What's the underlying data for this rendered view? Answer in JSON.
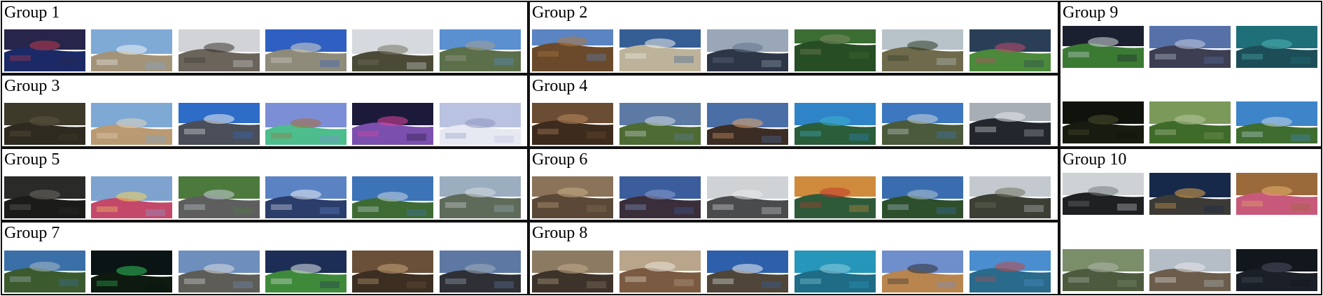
{
  "groups": [
    {
      "label": "Group 1",
      "thumbs": [
        {
          "sky": "#27254a",
          "ground": "#1b2a66",
          "accent": "#c03a4a",
          "horizon": 0.45
        },
        {
          "sky": "#7faad6",
          "ground": "#a39479",
          "accent": "#eef2f7",
          "horizon": 0.55
        },
        {
          "sky": "#d1d3d6",
          "ground": "#6b645a",
          "accent": "#3a3632",
          "horizon": 0.5
        },
        {
          "sky": "#2f5fc0",
          "ground": "#8e8b7b",
          "accent": "#d8d5ca",
          "horizon": 0.5
        },
        {
          "sky": "#d6d9dd",
          "ground": "#4b4a36",
          "accent": "#767463",
          "horizon": 0.55
        },
        {
          "sky": "#5a8fd0",
          "ground": "#5b6f4a",
          "accent": "#a5a191",
          "horizon": 0.45
        }
      ]
    },
    {
      "label": "Group 2",
      "thumbs": [
        {
          "sky": "#5a84c2",
          "ground": "#6a4a2a",
          "accent": "#b07a43",
          "horizon": 0.35
        },
        {
          "sky": "#355e95",
          "ground": "#bdb39a",
          "accent": "#f1f0ec",
          "horizon": 0.4
        },
        {
          "sky": "#9aa7b8",
          "ground": "#2c3646",
          "accent": "#64728a",
          "horizon": 0.5
        },
        {
          "sky": "#3b6d33",
          "ground": "#274d25",
          "accent": "#7d8a5f",
          "horizon": 0.3
        },
        {
          "sky": "#b8c3c9",
          "ground": "#6f6a4c",
          "accent": "#2c3a26",
          "horizon": 0.45
        },
        {
          "sky": "#2a3f57",
          "ground": "#4b8a3a",
          "accent": "#c04a6a",
          "horizon": 0.5
        }
      ]
    },
    {
      "label": "Group 3",
      "thumbs": [
        {
          "sky": "#3d3a2a",
          "ground": "#2e2a1f",
          "accent": "#5d5640",
          "horizon": 0.5
        },
        {
          "sky": "#7ea9d4",
          "ground": "#b99a73",
          "accent": "#e2d6c0",
          "horizon": 0.55
        },
        {
          "sky": "#2d6cc7",
          "ground": "#4a4e58",
          "accent": "#e7ecf2",
          "horizon": 0.45
        },
        {
          "sky": "#7c8fd6",
          "ground": "#4dbd8d",
          "accent": "#a86b3a",
          "horizon": 0.55
        },
        {
          "sky": "#1c1a3a",
          "ground": "#7b4fae",
          "accent": "#e045a0",
          "horizon": 0.5
        },
        {
          "sky": "#b9c2e0",
          "ground": "#e6e8f2",
          "accent": "#8e98c0",
          "horizon": 0.55
        }
      ]
    },
    {
      "label": "Group 4",
      "thumbs": [
        {
          "sky": "#6b4d34",
          "ground": "#3d2b1e",
          "accent": "#b98a5e",
          "horizon": 0.45
        },
        {
          "sky": "#5c7aa3",
          "ground": "#4d6b33",
          "accent": "#d5dde6",
          "horizon": 0.5
        },
        {
          "sky": "#4a6fa7",
          "ground": "#3b2c24",
          "accent": "#e1a56a",
          "horizon": 0.55
        },
        {
          "sky": "#2f84c8",
          "ground": "#2a5d3a",
          "accent": "#3db1d0",
          "horizon": 0.5
        },
        {
          "sky": "#3d77bf",
          "ground": "#4a5a3b",
          "accent": "#cfd7de",
          "horizon": 0.45
        },
        {
          "sky": "#a8aeb5",
          "ground": "#23272d",
          "accent": "#e6e9ec",
          "horizon": 0.4
        }
      ]
    },
    {
      "label": "Group 5",
      "thumbs": [
        {
          "sky": "#2a2a28",
          "ground": "#1b1b1a",
          "accent": "#6e6c66",
          "horizon": 0.5
        },
        {
          "sky": "#7ea3cf",
          "ground": "#c4486a",
          "accent": "#f2d55c",
          "horizon": 0.55
        },
        {
          "sky": "#4c7a3c",
          "ground": "#5e5e5e",
          "accent": "#c7d0d8",
          "horizon": 0.5
        },
        {
          "sky": "#5b83c4",
          "ground": "#2b3d6b",
          "accent": "#e9eef5",
          "horizon": 0.5
        },
        {
          "sky": "#3d73b7",
          "ground": "#3e6a33",
          "accent": "#c9d6e4",
          "horizon": 0.55
        },
        {
          "sky": "#9aaebf",
          "ground": "#5e6a5a",
          "accent": "#d6dde3",
          "horizon": 0.45
        }
      ]
    },
    {
      "label": "Group 6",
      "thumbs": [
        {
          "sky": "#8a7359",
          "ground": "#5b4836",
          "accent": "#c8ad86",
          "horizon": 0.45
        },
        {
          "sky": "#3b5d9c",
          "ground": "#3a2e3a",
          "accent": "#8a9fd0",
          "horizon": 0.5
        },
        {
          "sky": "#d0d3d6",
          "ground": "#4a4b4d",
          "accent": "#e9e9ea",
          "horizon": 0.5
        },
        {
          "sky": "#cf8b3b",
          "ground": "#2f5a3a",
          "accent": "#c43a2e",
          "horizon": 0.45
        },
        {
          "sky": "#3a6db0",
          "ground": "#2d4f2b",
          "accent": "#b3c4d6",
          "horizon": 0.5
        },
        {
          "sky": "#c4c9cf",
          "ground": "#3b3f34",
          "accent": "#6f7460",
          "horizon": 0.45
        }
      ]
    },
    {
      "label": "Group 7",
      "thumbs": [
        {
          "sky": "#3a6fa8",
          "ground": "#3b5a2e",
          "accent": "#a8b9c6",
          "horizon": 0.45
        },
        {
          "sky": "#0b1414",
          "ground": "#0e1a10",
          "accent": "#2fc25a",
          "horizon": 0.55
        },
        {
          "sky": "#6e8fbd",
          "ground": "#5e5c56",
          "accent": "#d9dde2",
          "horizon": 0.5
        },
        {
          "sky": "#1c2e55",
          "ground": "#3f8a3a",
          "accent": "#e1e6ec",
          "horizon": 0.5
        },
        {
          "sky": "#6a5039",
          "ground": "#3d2e22",
          "accent": "#c8a678",
          "horizon": 0.5
        },
        {
          "sky": "#5d79a3",
          "ground": "#2f3036",
          "accent": "#a1aebf",
          "horizon": 0.5
        }
      ]
    },
    {
      "label": "Group 8",
      "thumbs": [
        {
          "sky": "#8d7a63",
          "ground": "#3d332a",
          "accent": "#c3ab8b",
          "horizon": 0.5
        },
        {
          "sky": "#b8a58a",
          "ground": "#7a5a40",
          "accent": "#ece5dc",
          "horizon": 0.45
        },
        {
          "sky": "#2e5faa",
          "ground": "#4f4538",
          "accent": "#e9eef5",
          "horizon": 0.5
        },
        {
          "sky": "#2796bb",
          "ground": "#1e6c86",
          "accent": "#8fd0df",
          "horizon": 0.5
        },
        {
          "sky": "#6f8ecc",
          "ground": "#b9854e",
          "accent": "#2b2f33",
          "horizon": 0.5
        },
        {
          "sky": "#4a8ecf",
          "ground": "#2a6a8a",
          "accent": "#c04a4a",
          "horizon": 0.45
        }
      ]
    },
    {
      "label": "Group 9",
      "thumbs": [
        {
          "sky": "#1b2030",
          "ground": "#3b7a33",
          "accent": "#d6dbe1",
          "horizon": 0.45
        },
        {
          "sky": "#5670a8",
          "ground": "#3d3e52",
          "accent": "#c5cde0",
          "horizon": 0.5
        },
        {
          "sky": "#1e6f78",
          "ground": "#1d4e57",
          "accent": "#4fb5b5",
          "horizon": 0.5
        },
        {
          "sky": "#10130c",
          "ground": "#171b10",
          "accent": "#4a4f2c",
          "horizon": 0.5
        },
        {
          "sky": "#7b9a5a",
          "ground": "#3f6b2a",
          "accent": "#b8c8a0",
          "horizon": 0.5
        },
        {
          "sky": "#3e84c8",
          "ground": "#3e6d2f",
          "accent": "#c6d8e8",
          "horizon": 0.55
        }
      ]
    },
    {
      "label": "Group 10",
      "thumbs": [
        {
          "sky": "#cfd2d4",
          "ground": "#1e2022",
          "accent": "#777b7f",
          "horizon": 0.5
        },
        {
          "sky": "#17294a",
          "ground": "#3b3a36",
          "accent": "#e3a44a",
          "horizon": 0.55
        },
        {
          "sky": "#9a6a3a",
          "ground": "#c75a7a",
          "accent": "#e7b26a",
          "horizon": 0.5
        },
        {
          "sky": "#7a8e6a",
          "ground": "#4d5a3e",
          "accent": "#b3b7ad",
          "horizon": 0.5
        },
        {
          "sky": "#b5bdc6",
          "ground": "#6b5c4b",
          "accent": "#e8eaec",
          "horizon": 0.5
        },
        {
          "sky": "#12161d",
          "ground": "#1b1f27",
          "accent": "#4a5260",
          "horizon": 0.5
        }
      ]
    }
  ]
}
